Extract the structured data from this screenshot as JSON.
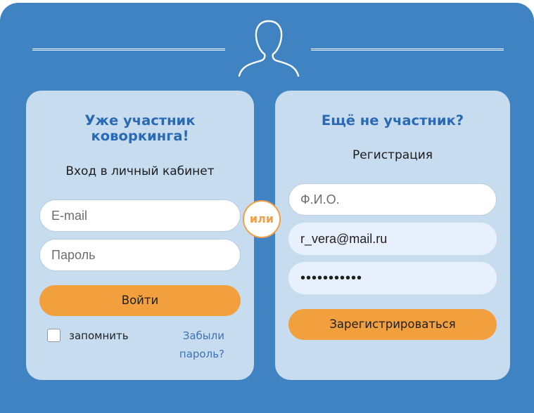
{
  "login": {
    "title_line1": "Уже участник",
    "title_line2": "коворкинга!",
    "subtitle": "Вход в личный кабинет",
    "email_placeholder": "E-mail",
    "password_placeholder": "Пароль",
    "submit_label": "Войти",
    "remember_label": "запомнить",
    "forgot_line1": "Забыли",
    "forgot_line2": "пароль?"
  },
  "divider": {
    "or_label": "или"
  },
  "register": {
    "title": "Ещё не участник?",
    "subtitle": "Регистрация",
    "name_placeholder": "Ф.И.О.",
    "email_value": "r_vera@mail.ru",
    "password_value": "•••••••••••",
    "submit_label": "Зарегистрироваться"
  },
  "icons": {
    "header": "user-silhouette-icon"
  },
  "colors": {
    "background": "#3f83c2",
    "card": "#c8dcef",
    "accent": "#f29f3e",
    "title": "#2a6ab4",
    "link": "#3d73b3"
  }
}
